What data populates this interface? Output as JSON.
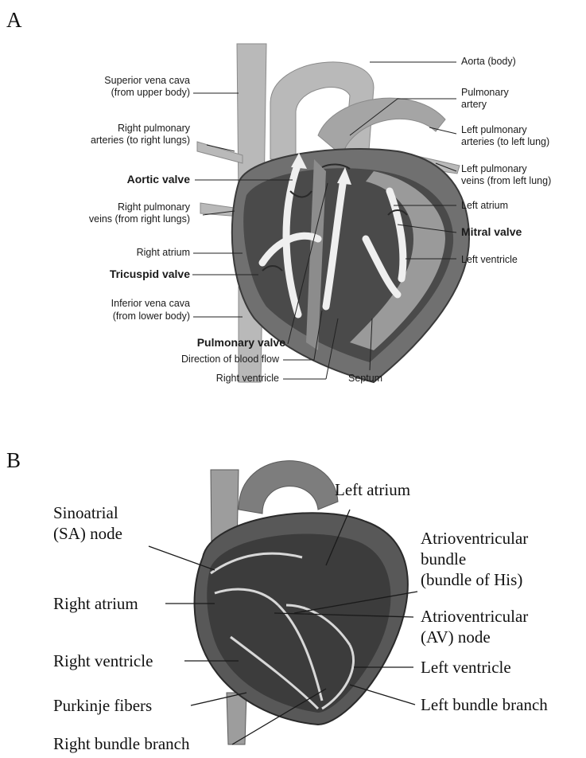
{
  "panelA": {
    "letter": "A",
    "labels": {
      "aorta": "Aorta (body)",
      "pulmonary_artery_1": "Pulmonary",
      "pulmonary_artery_2": "artery",
      "left_pulm_arteries_1": "Left pulmonary",
      "left_pulm_arteries_2": "arteries (to left lung)",
      "left_pulm_veins_1": "Left pulmonary",
      "left_pulm_veins_2": "veins (from left lung)",
      "left_atrium": "Left atrium",
      "mitral_valve": "Mitral valve",
      "left_ventricle": "Left ventricle",
      "svc_1": "Superior vena cava",
      "svc_2": "(from upper body)",
      "right_pulm_arteries_1": "Right pulmonary",
      "right_pulm_arteries_2": "arteries (to right lungs)",
      "aortic_valve": "Aortic valve",
      "right_pulm_veins_1": "Right pulmonary",
      "right_pulm_veins_2": "veins (from right lungs)",
      "right_atrium": "Right atrium",
      "tricuspid_valve": "Tricuspid valve",
      "ivc_1": "Inferior vena cava",
      "ivc_2": "(from lower body)",
      "pulmonary_valve": "Pulmonary valve",
      "blood_flow": "Direction of blood flow",
      "right_ventricle": "Right ventricle",
      "septum": "Septum"
    }
  },
  "panelB": {
    "letter": "B",
    "labels": {
      "sa_node_1": "Sinoatrial",
      "sa_node_2": "(SA) node",
      "right_atrium": "Right atrium",
      "right_ventricle": "Right ventricle",
      "purkinje": "Purkinje fibers",
      "right_bundle": "Right bundle branch",
      "left_atrium": "Left atrium",
      "av_bundle_1": "Atrioventricular",
      "av_bundle_2": "bundle",
      "av_bundle_3": "(bundle of His)",
      "av_node_1": "Atrioventricular",
      "av_node_2": "(AV) node",
      "left_ventricle": "Left ventricle",
      "left_bundle": "Left bundle branch"
    }
  }
}
